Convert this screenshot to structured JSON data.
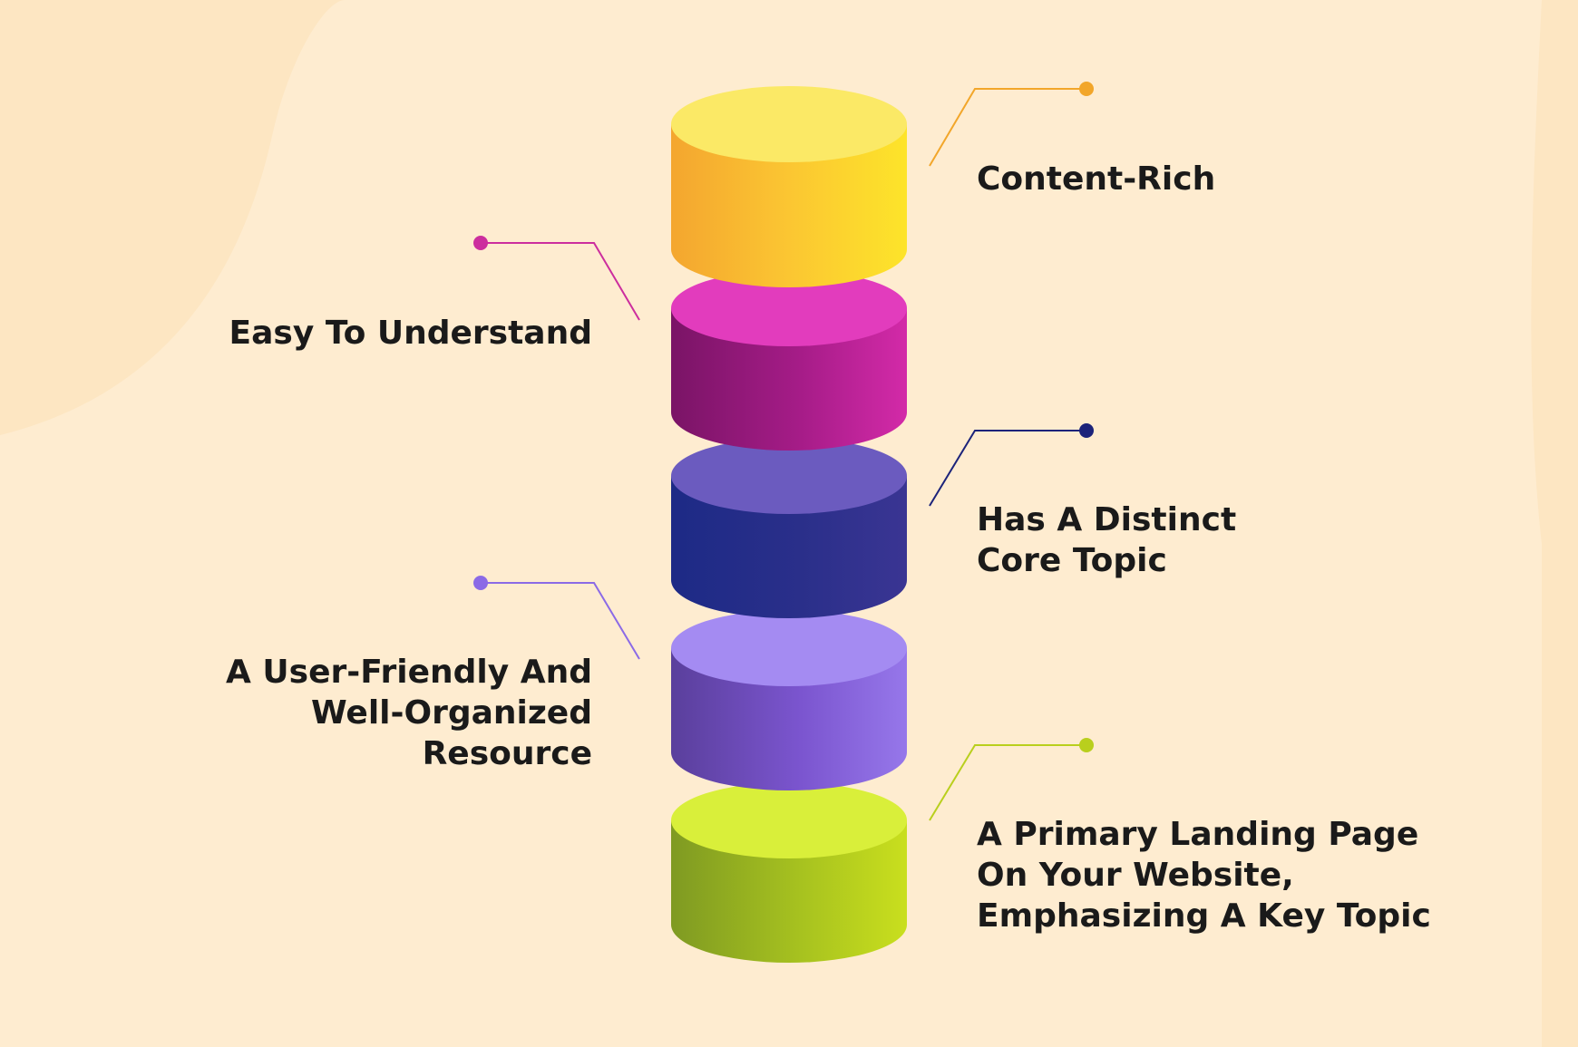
{
  "diagram": {
    "layers": [
      {
        "id": "content-rich",
        "lines": [
          "Content-Rich"
        ],
        "side": "right",
        "color": "#f2a62a"
      },
      {
        "id": "easy-to-understand",
        "lines": [
          "Easy To Understand"
        ],
        "side": "left",
        "color": "#cc2e9e"
      },
      {
        "id": "distinct-core-topic",
        "lines": [
          "Has A Distinct",
          "Core Topic"
        ],
        "side": "right",
        "color": "#1c237a"
      },
      {
        "id": "user-friendly",
        "lines": [
          "A User-Friendly And",
          "Well-Organized",
          "Resource"
        ],
        "side": "left",
        "color": "#8b6ae6"
      },
      {
        "id": "primary-landing-page",
        "lines": [
          "A Primary Landing Page",
          "On Your Website,",
          "Emphasizing A Key Topic"
        ],
        "side": "right",
        "color": "#b9cf1d"
      }
    ]
  }
}
